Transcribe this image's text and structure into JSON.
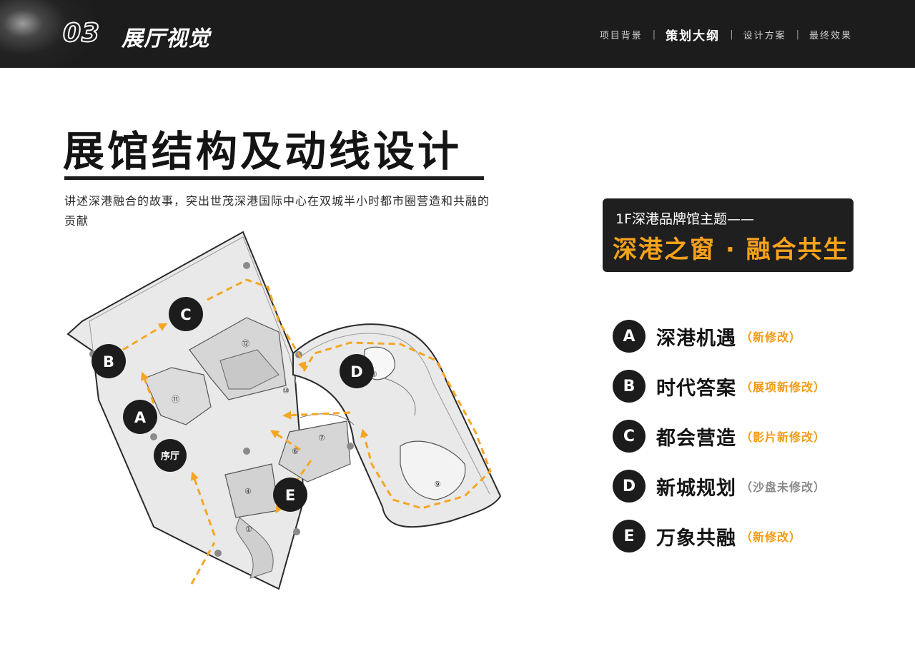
{
  "header": {
    "section_number": "03",
    "section_title": "展厅视觉",
    "nav": [
      {
        "label": "项目背景",
        "active": false
      },
      {
        "label": "策划大纲",
        "active": true
      },
      {
        "label": "设计方案",
        "active": false
      },
      {
        "label": "最终效果",
        "active": false
      }
    ]
  },
  "title": "展馆结构及动线设计",
  "description": "讲述深港融合的故事，突出世茂深港国际中心在双城半小时都市圈营造和共融的贡献",
  "theme": {
    "line1": "1F深港品牌馆主题——",
    "line2": "深港之窗 · 融合共生"
  },
  "legend": [
    {
      "letter": "A",
      "name": "深港机遇",
      "note": "（新修改）",
      "note_color": "#f29b16"
    },
    {
      "letter": "B",
      "name": "时代答案",
      "note": "（展项新修改）",
      "note_color": "#f29b16"
    },
    {
      "letter": "C",
      "name": "都会营造",
      "note": "（影片新修改）",
      "note_color": "#f29b16"
    },
    {
      "letter": "D",
      "name": "新城规划",
      "note": "（沙盘未修改）",
      "note_color": "#8a8a8a"
    },
    {
      "letter": "E",
      "name": "万象共融",
      "note": "（新修改）",
      "note_color": "#f29b16"
    }
  ],
  "floor_plan": {
    "markers": [
      {
        "label": "C"
      },
      {
        "label": "B"
      },
      {
        "label": "A"
      },
      {
        "label": "序厅"
      },
      {
        "label": "D"
      },
      {
        "label": "E"
      }
    ],
    "room_numbers": [
      "①",
      "④",
      "⑥",
      "⑦",
      "⑧",
      "⑨",
      "⑩",
      "⑪",
      "⑫"
    ],
    "arrow_color": "#f5a623"
  }
}
